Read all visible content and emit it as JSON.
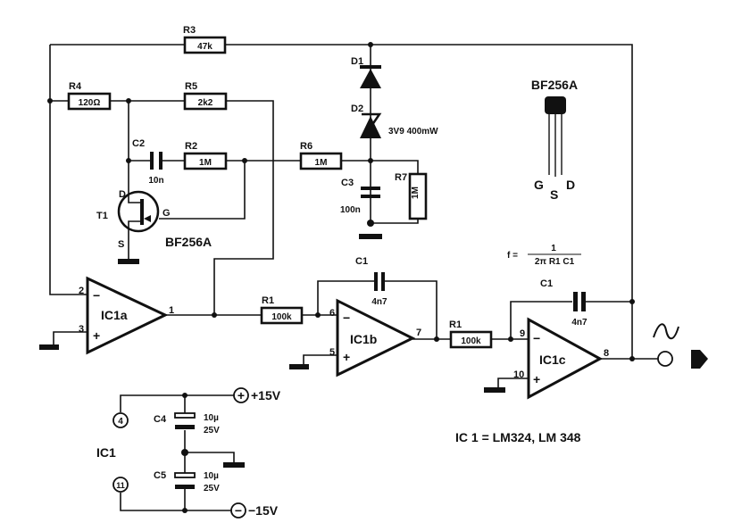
{
  "components": {
    "R3": {
      "ref": "R3",
      "value": "47k"
    },
    "R4": {
      "ref": "R4",
      "value": "120Ω"
    },
    "R5": {
      "ref": "R5",
      "value": "2k2"
    },
    "R2": {
      "ref": "R2",
      "value": "1M"
    },
    "R6": {
      "ref": "R6",
      "value": "1M"
    },
    "R7": {
      "ref": "R7",
      "value": "1M"
    },
    "C2": {
      "ref": "C2",
      "value": "10n"
    },
    "C3": {
      "ref": "C3",
      "value": "100n"
    },
    "D1": {
      "ref": "D1"
    },
    "D2": {
      "ref": "D2",
      "value": "3V9 400mW"
    },
    "T1": {
      "ref": "T1",
      "type": "BF256A",
      "pin_d": "D",
      "pin_g": "G",
      "pin_s": "S"
    },
    "R1a": {
      "ref": "R1",
      "value": "100k"
    },
    "R1b": {
      "ref": "R1",
      "value": "100k"
    },
    "C1a": {
      "ref": "C1",
      "value": "4n7"
    },
    "C1b": {
      "ref": "C1",
      "value": "4n7"
    },
    "C4": {
      "ref": "C4",
      "value": "10µ",
      "voltage": "25V"
    },
    "C5": {
      "ref": "C5",
      "value": "10µ",
      "voltage": "25V"
    }
  },
  "opamps": {
    "IC1a": {
      "label": "IC1a",
      "pin_inv": "2",
      "pin_noninv": "3",
      "pin_out": "1",
      "minus": "−",
      "plus": "+"
    },
    "IC1b": {
      "label": "IC1b",
      "pin_inv": "6",
      "pin_noninv": "5",
      "pin_out": "7",
      "minus": "−",
      "plus": "+"
    },
    "IC1c": {
      "label": "IC1c",
      "pin_inv": "9",
      "pin_noninv": "10",
      "pin_out": "8",
      "minus": "−",
      "plus": "+"
    }
  },
  "pinout": {
    "title": "BF256A",
    "g": "G",
    "s": "S",
    "d": "D"
  },
  "formula": {
    "lhs": "f =",
    "numerator": "1",
    "denominator": "2π R1 C1"
  },
  "ic_note": "IC 1 = LM324, LM 348",
  "power": {
    "ic_label": "IC1",
    "pin_vcc": "4",
    "pin_vee": "11",
    "plus_symbol": "+",
    "minus_symbol": "−",
    "vcc": "+15V",
    "vee": "−15V"
  },
  "output": {
    "sine_symbol": "∿"
  }
}
